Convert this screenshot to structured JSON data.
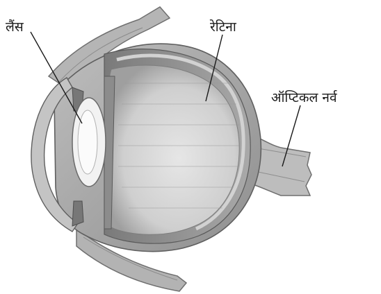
{
  "labels": {
    "lens": "लैंस",
    "retina": "रेटिना",
    "optic_nerve": "ऑप्टिकल नर्व"
  }
}
